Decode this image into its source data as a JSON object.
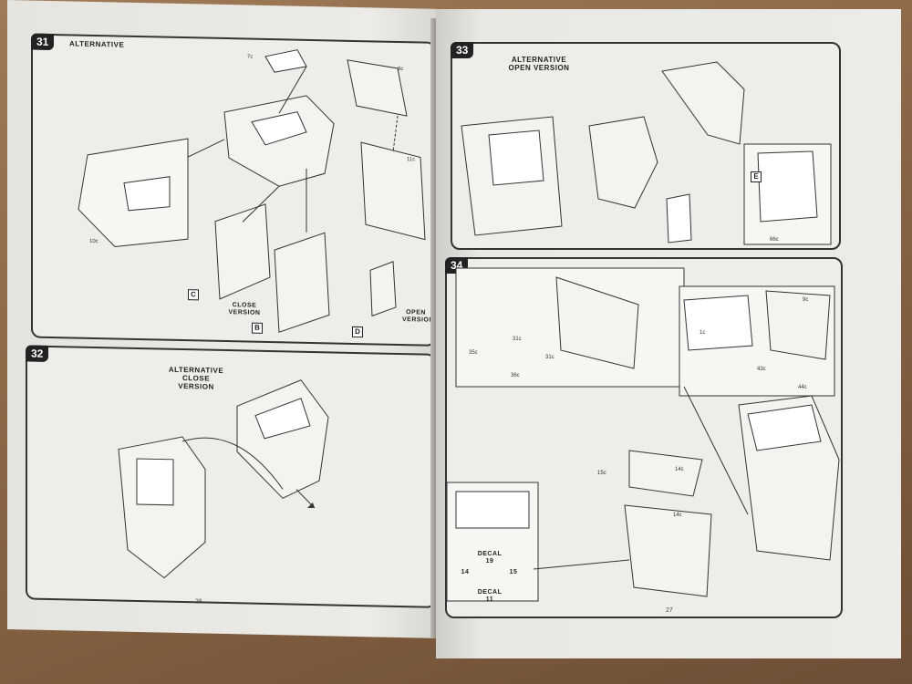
{
  "left_page": {
    "page_number": "26",
    "step31": {
      "number": "31",
      "title": "Alternative",
      "labels": [
        "7c",
        "8c",
        "11c",
        "10c"
      ],
      "close_caption": "Close Version",
      "open_caption": "Open Version",
      "letters": [
        "C",
        "B",
        "D"
      ]
    },
    "step32": {
      "number": "32",
      "title": "Alternative Close Version"
    }
  },
  "right_page": {
    "page_number": "27",
    "step33": {
      "number": "33",
      "title": "Alternative Open Version",
      "labels": [
        "66c"
      ],
      "letter": "E"
    },
    "step34": {
      "number": "34",
      "labels": [
        "31c",
        "31c",
        "35c",
        "36c",
        "1c",
        "9c",
        "43c",
        "44c",
        "15c",
        "14c",
        "14c"
      ],
      "decals": {
        "d19": "19",
        "d14": "14",
        "d15": "15",
        "d11": "11",
        "decal_word": "Decal"
      }
    }
  }
}
